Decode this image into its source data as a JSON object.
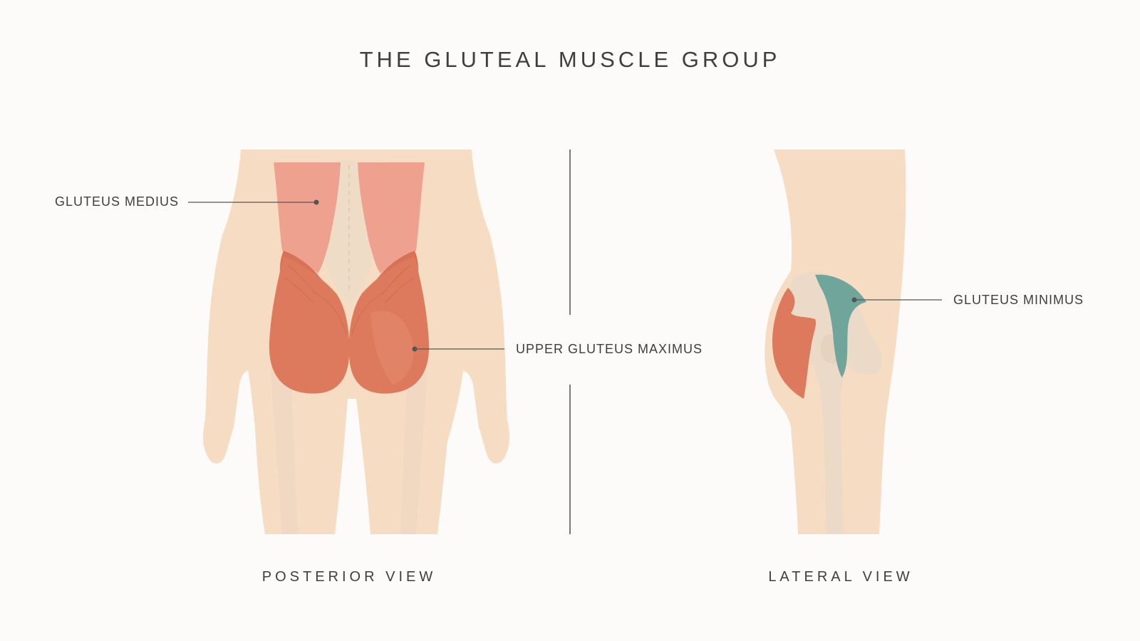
{
  "title": "THE GLUTEAL MUSCLE GROUP",
  "labels": {
    "medius": "GLUTEUS MEDIUS",
    "maximus": "UPPER GLUTEUS MAXIMUS",
    "minimus": "GLUTEUS MINIMUS"
  },
  "views": {
    "posterior": "POSTERIOR VIEW",
    "lateral": "LATERAL VIEW"
  },
  "colors": {
    "background": "#fcfbfa",
    "skin": "#f6dcc2",
    "bone": "#ead9c7",
    "gluteus_medius": "#ee9d8c",
    "gluteus_maximus": "#dd7a5e",
    "gluteus_minimus": "#6fa59a",
    "text": "#3e3e3e",
    "leader_line": "#555555"
  }
}
